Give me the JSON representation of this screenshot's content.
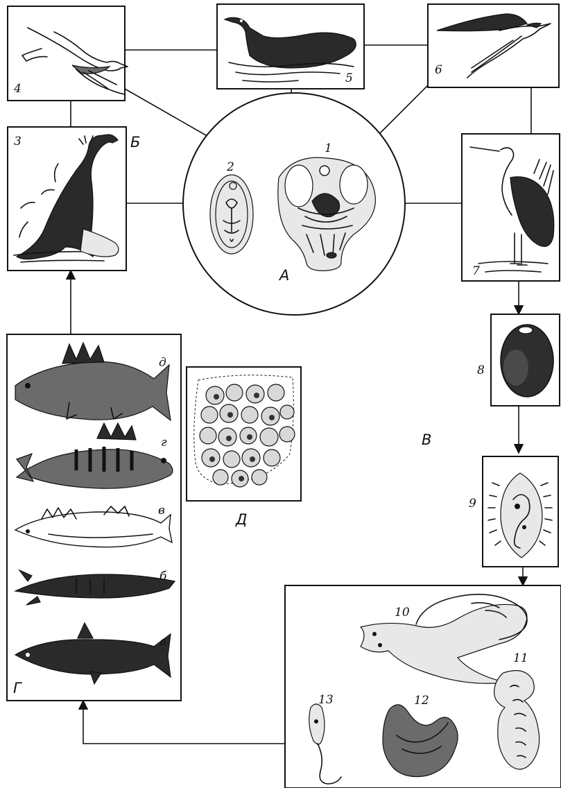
{
  "labels": {
    "center": "А",
    "cormorant_box": "Б",
    "cycle_label": "В",
    "fish_box": "Г",
    "cyst_panel": "Д"
  },
  "stages": {
    "s1": "1",
    "s2": "2",
    "s3": "3",
    "s4": "4",
    "s5": "5",
    "s6": "6",
    "s7": "7",
    "s8": "8",
    "s9": "9",
    "s10": "10",
    "s11": "11",
    "s12": "12",
    "s13": "13"
  },
  "fish": {
    "a": "а",
    "b": "б",
    "v": "в",
    "g": "г",
    "d": "д"
  }
}
